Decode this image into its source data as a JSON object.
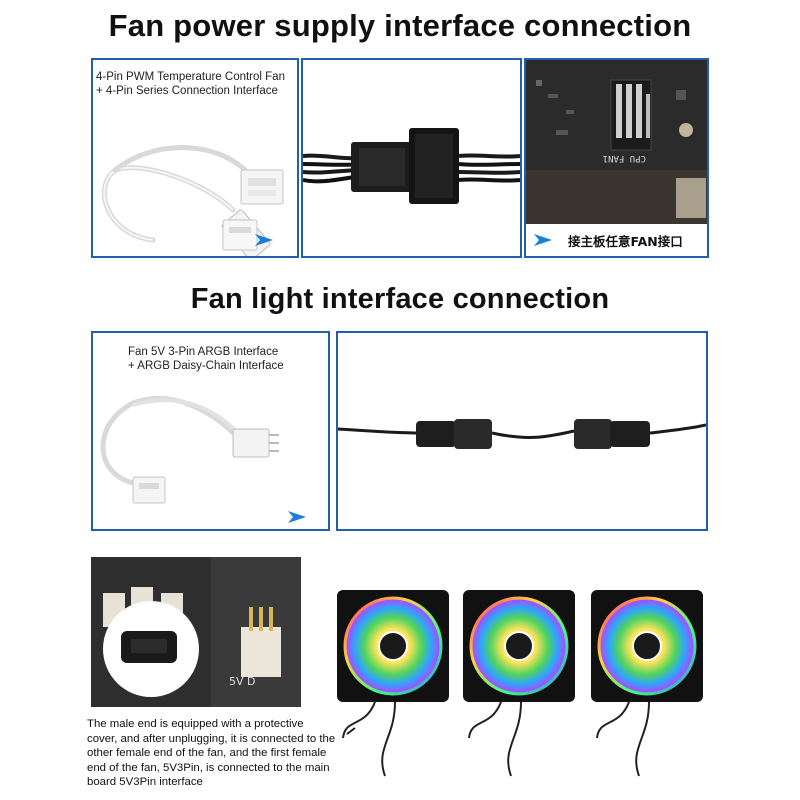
{
  "headings": {
    "power": "Fan power supply interface connection",
    "light": "Fan light interface connection"
  },
  "power_section": {
    "pwm_label_line1": "4-Pin PWM Temperature Control Fan",
    "pwm_label_line2": "+ 4-Pin Series Connection Interface",
    "motherboard_label": "接主板任意FAN接口",
    "board_silkscreen": "CPU FAN1"
  },
  "light_section": {
    "argb_label_line1": "Fan 5V 3-Pin ARGB Interface",
    "argb_label_line2": "+ ARGB Daisy-Chain Interface",
    "header_silkscreen": "5V D"
  },
  "bottom": {
    "caption": "The male end is equipped with a protective cover, and after unplugging, it is connected to the other female end of the fan, and the first female end of the fan, 5V3Pin, is connected to the main board 5V3Pin interface"
  },
  "colors": {
    "panel_border": "#1f5fae",
    "arrow": "#1d7fd6",
    "board": "#2b2b2b"
  },
  "icons": [
    "arrow-right-icon"
  ]
}
